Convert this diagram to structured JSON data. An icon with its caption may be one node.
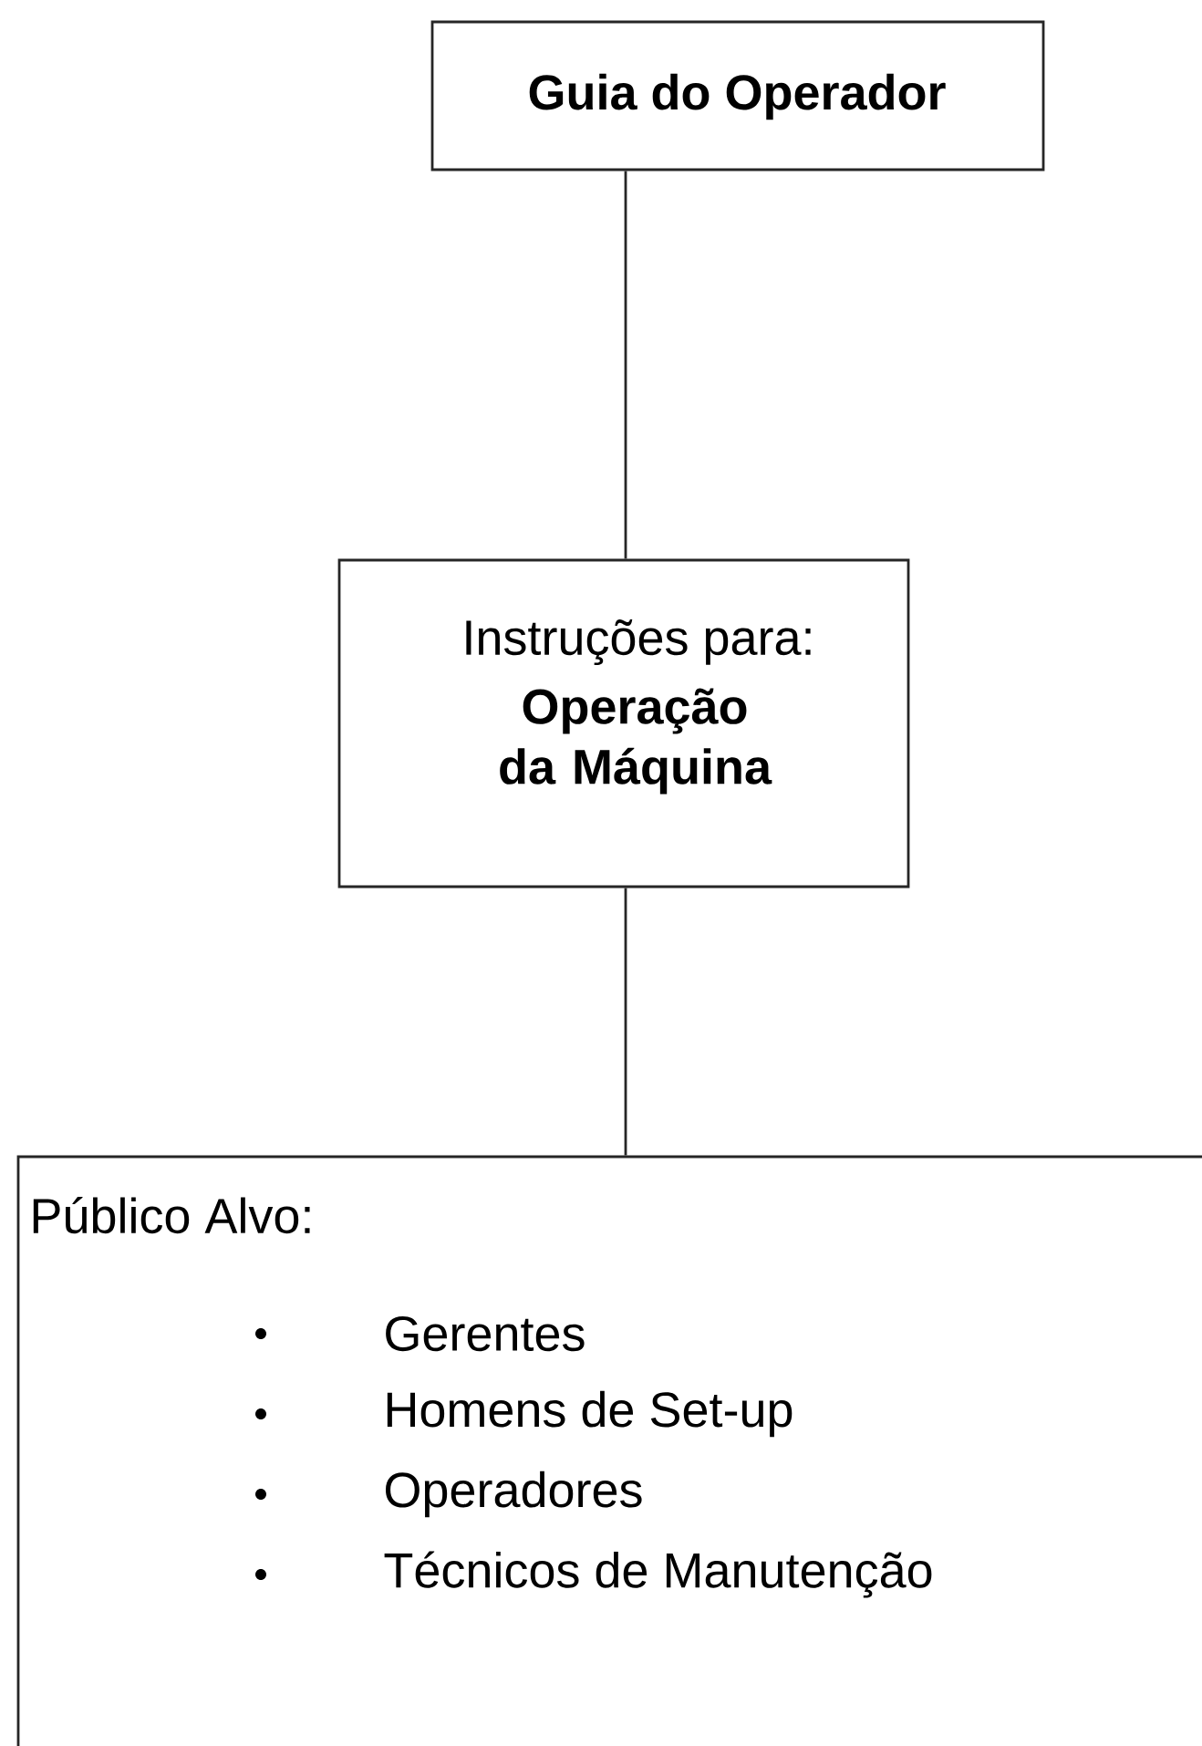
{
  "diagram": {
    "nodes": [
      {
        "text": [
          "Guia do Operador"
        ]
      },
      {
        "text": [
          "Instruções para:",
          "Operação da Máquina"
        ]
      },
      {
        "text": [
          "Público Alvo:",
          "Gerentes",
          "Homens de Set-up",
          "Operadores",
          "Técnicos de Manutenção"
        ]
      }
    ],
    "edges": [
      {
        "from": 0,
        "to": 1,
        "arrow": "none"
      },
      {
        "from": 1,
        "to": 2,
        "arrow": "none"
      }
    ]
  }
}
